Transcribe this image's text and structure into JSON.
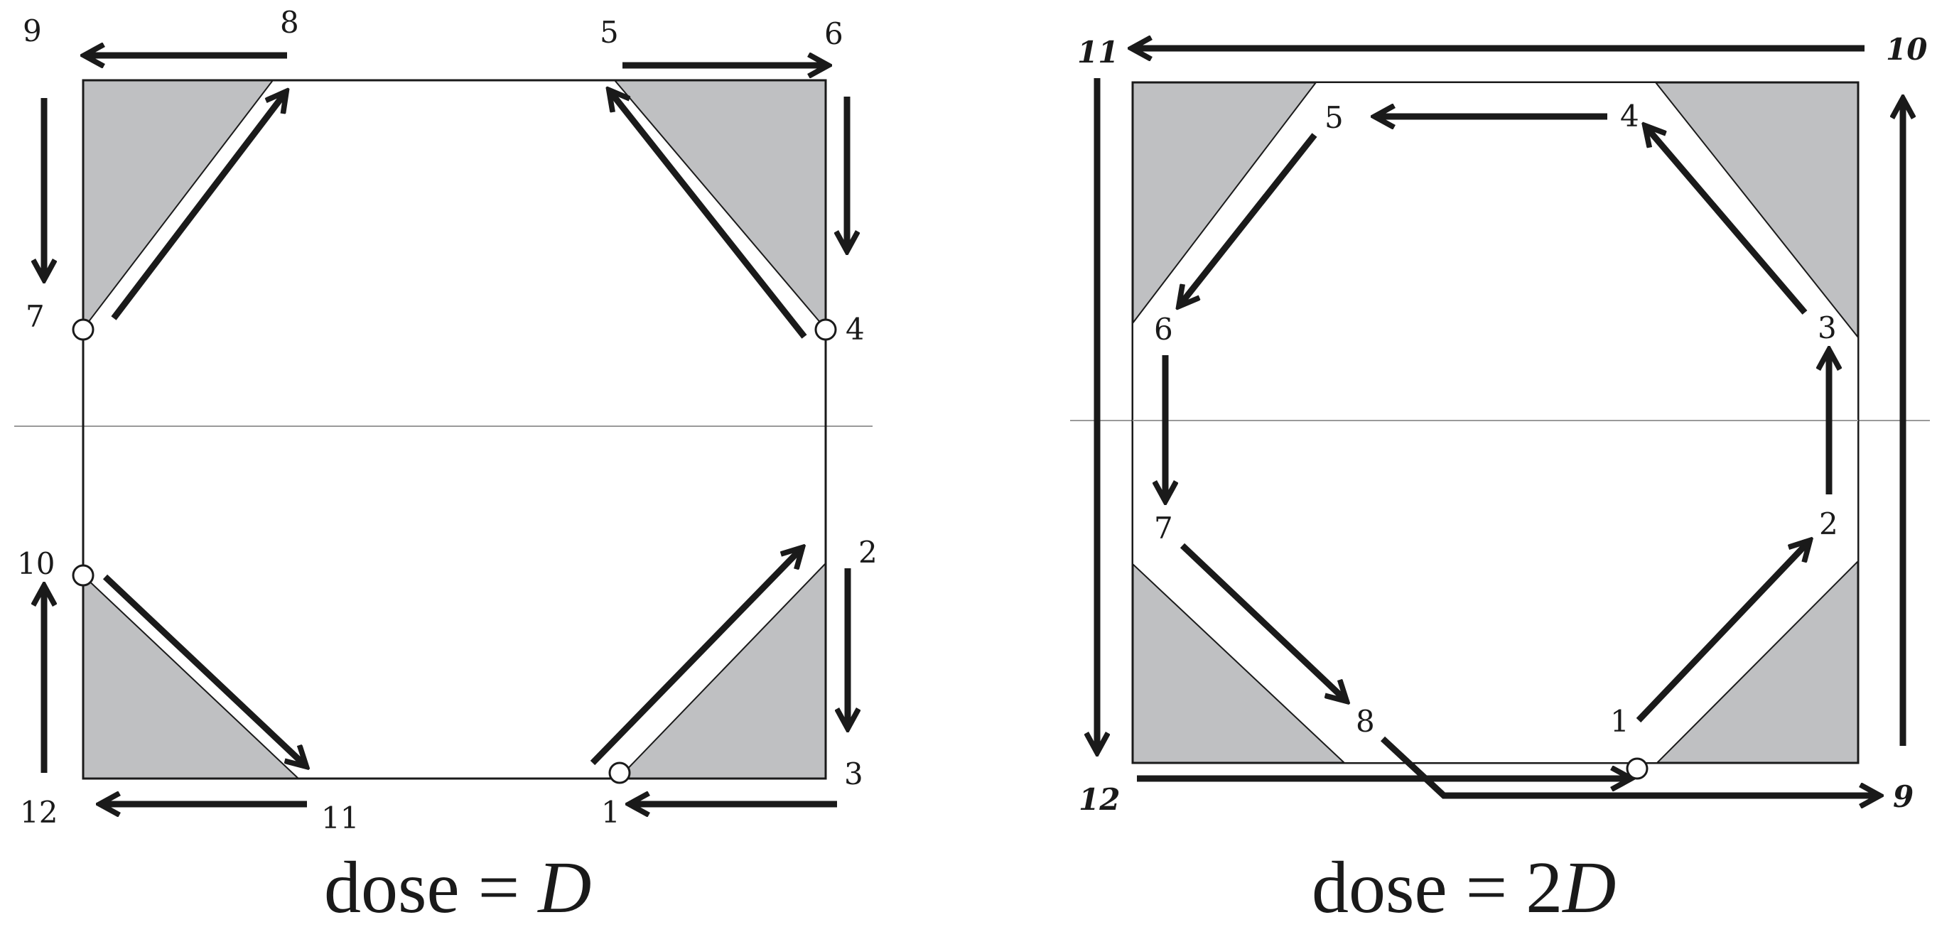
{
  "panels": [
    {
      "caption_prefix": "dose = ",
      "caption_var": "D",
      "labels": [
        "9",
        "8",
        "5",
        "6",
        "7",
        "4",
        "10",
        "2",
        "12",
        "11",
        "1",
        "3"
      ]
    },
    {
      "caption_prefix": "dose = 2",
      "caption_var": "D",
      "labels_bold": [
        "11",
        "10",
        "12",
        "9"
      ],
      "labels": [
        "5",
        "4",
        "6",
        "3",
        "7",
        "2",
        "8",
        "1"
      ]
    }
  ],
  "colors": {
    "fill": "#bfc0c2",
    "stroke": "#1a1a1a",
    "axis": "#9a9a9a"
  }
}
